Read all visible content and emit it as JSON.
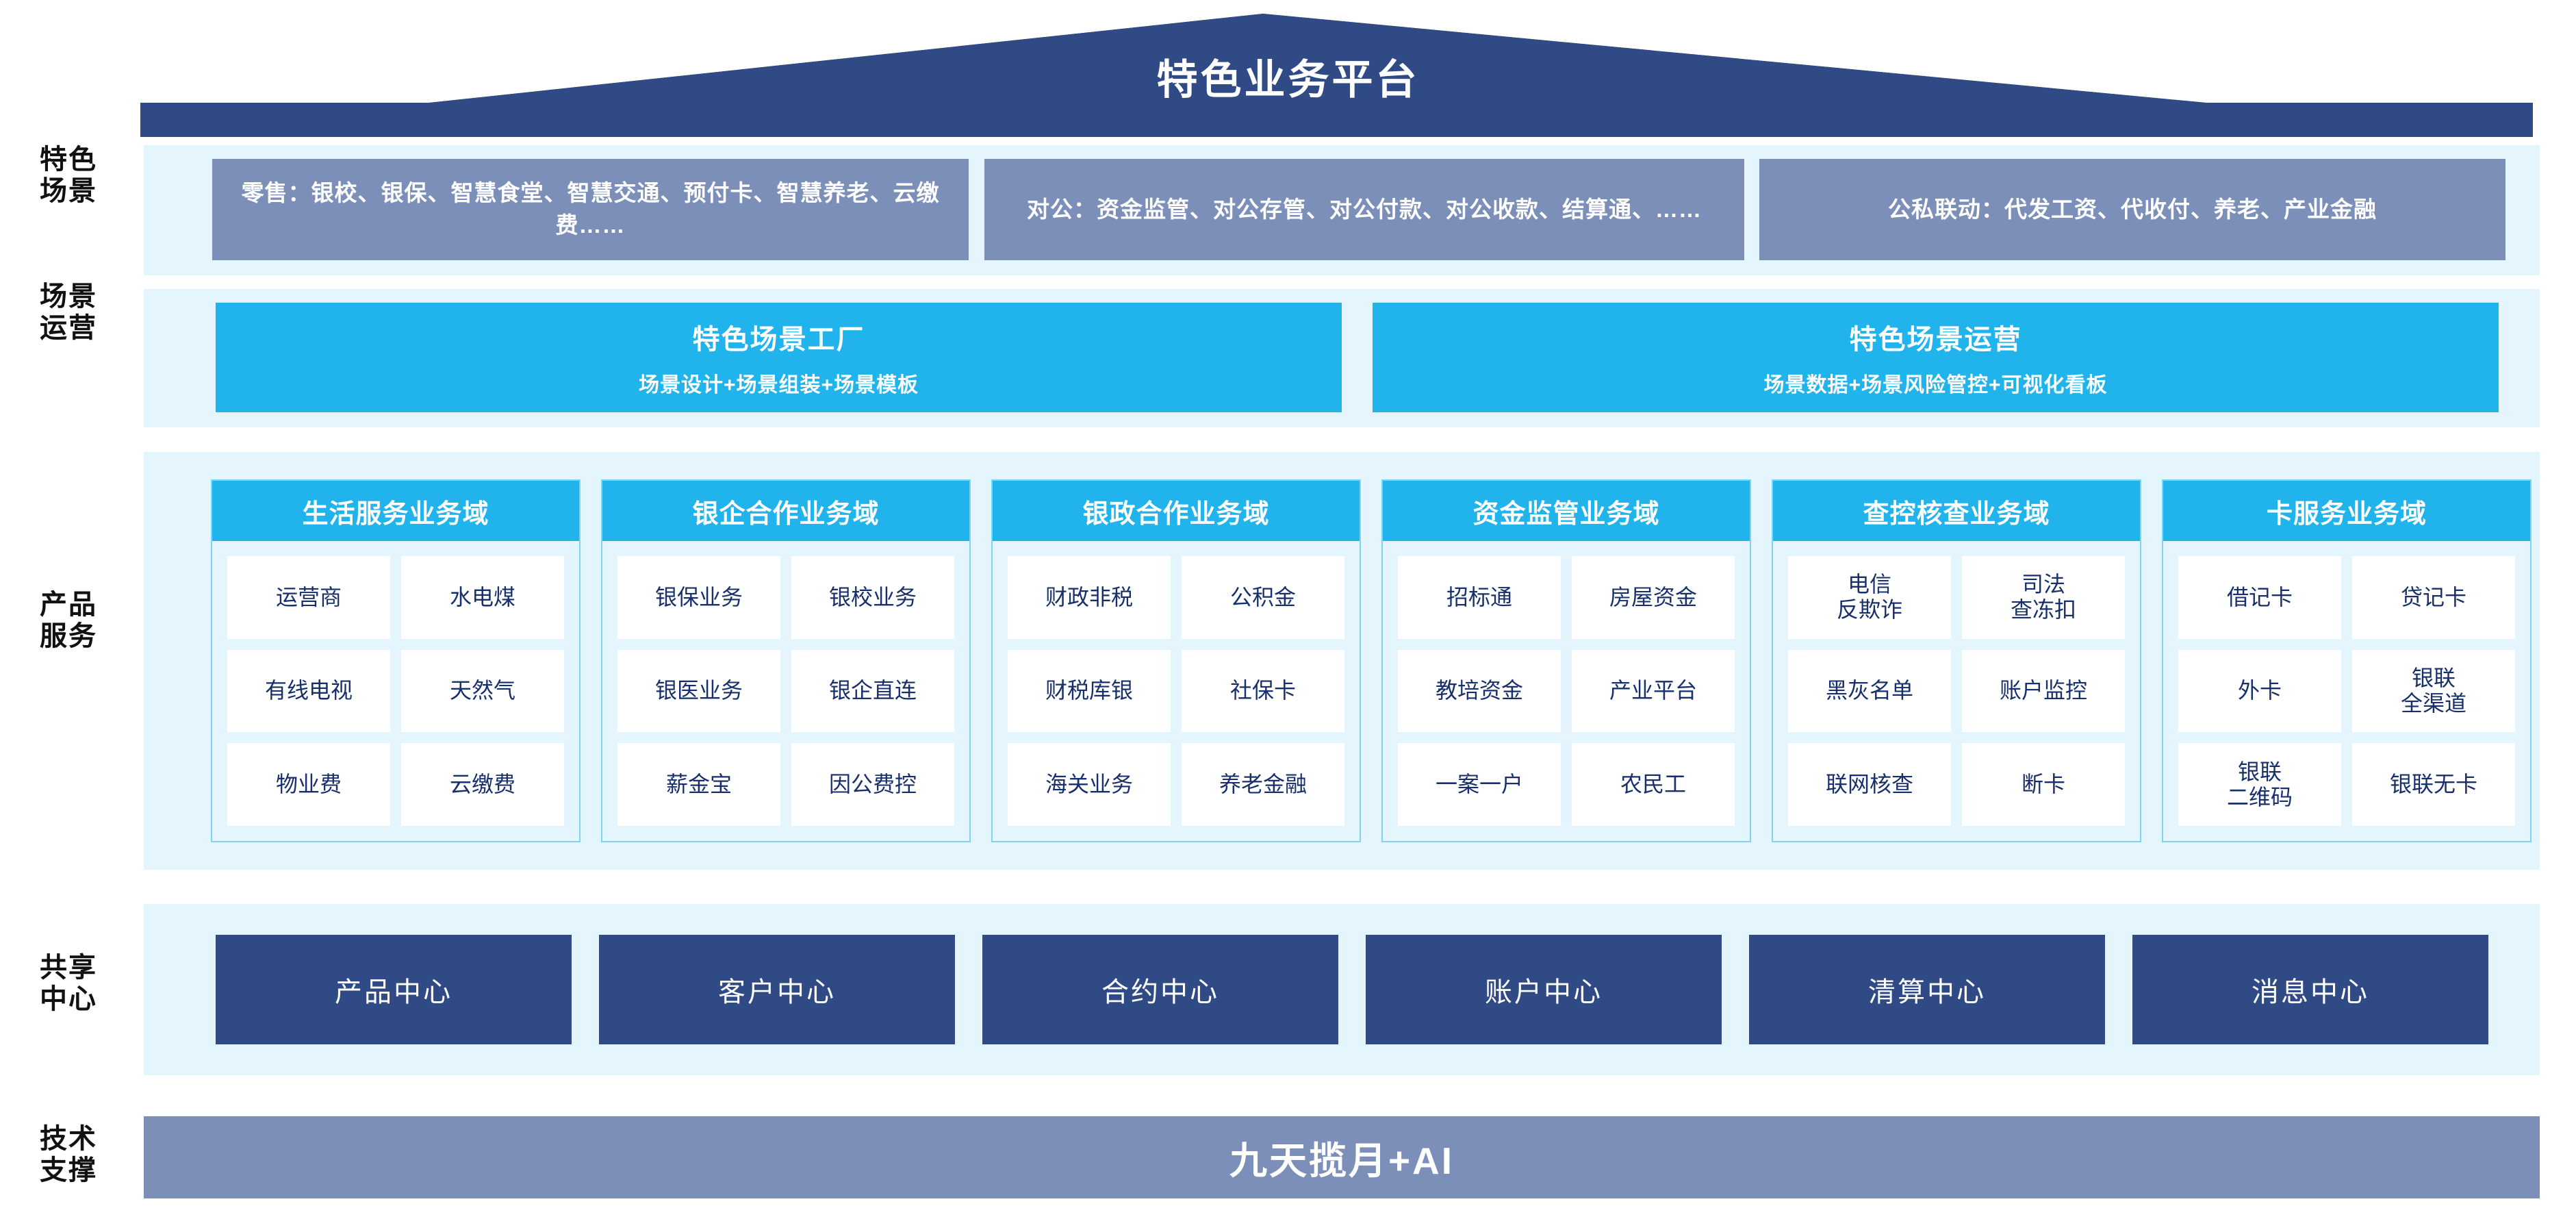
{
  "header": {
    "title": "特色业务平台"
  },
  "rows": [
    {
      "label": "特色\n场景"
    },
    {
      "label": "场景\n运营"
    },
    {
      "label": "产品\n服务"
    },
    {
      "label": "共享\n中心"
    },
    {
      "label": "技术\n支撑"
    }
  ],
  "scenes": [
    {
      "text": "零售：银校、银保、智慧食堂、智慧交通、预付卡、智慧养老、云缴费……"
    },
    {
      "text": "对公：资金监管、对公存管、对公付款、对公收款、结算通、……"
    },
    {
      "text": "公私联动：代发工资、代收付、养老、产业金融"
    }
  ],
  "operations": [
    {
      "title": "特色场景工厂",
      "subtitle": "场景设计+场景组装+场景模板"
    },
    {
      "title": "特色场景运营",
      "subtitle": "场景数据+场景风险管控+可视化看板"
    }
  ],
  "domains": [
    {
      "title": "生活服务业务域",
      "items": [
        "运营商",
        "水电煤",
        "有线电视",
        "天然气",
        "物业费",
        "云缴费"
      ]
    },
    {
      "title": "银企合作业务域",
      "items": [
        "银保业务",
        "银校业务",
        "银医业务",
        "银企直连",
        "薪金宝",
        "因公费控"
      ]
    },
    {
      "title": "银政合作业务域",
      "items": [
        "财政非税",
        "公积金",
        "财税库银",
        "社保卡",
        "海关业务",
        "养老金融"
      ]
    },
    {
      "title": "资金监管业务域",
      "items": [
        "招标通",
        "房屋资金",
        "教培资金",
        "产业平台",
        "一案一户",
        "农民工"
      ]
    },
    {
      "title": "查控核查业务域",
      "items": [
        "电信\n反欺诈",
        "司法\n查冻扣",
        "黑灰名单",
        "账户监控",
        "联网核查",
        "断卡"
      ]
    },
    {
      "title": "卡服务业务域",
      "items": [
        "借记卡",
        "贷记卡",
        "外卡",
        "银联\n全渠道",
        "银联\n二维码",
        "银联无卡"
      ]
    }
  ],
  "centers": [
    "产品中心",
    "客户中心",
    "合约中心",
    "账户中心",
    "清算中心",
    "消息中心"
  ],
  "tech": {
    "label": "九天揽月+AI"
  },
  "colors": {
    "roof": "#2f4a85",
    "panel": "#e4f5fd",
    "scene": "#7b8fb8",
    "cyan": "#21b4ec",
    "navy": "#2f4a85",
    "cell_text": "#17306b",
    "border": "#7fd4f2"
  }
}
